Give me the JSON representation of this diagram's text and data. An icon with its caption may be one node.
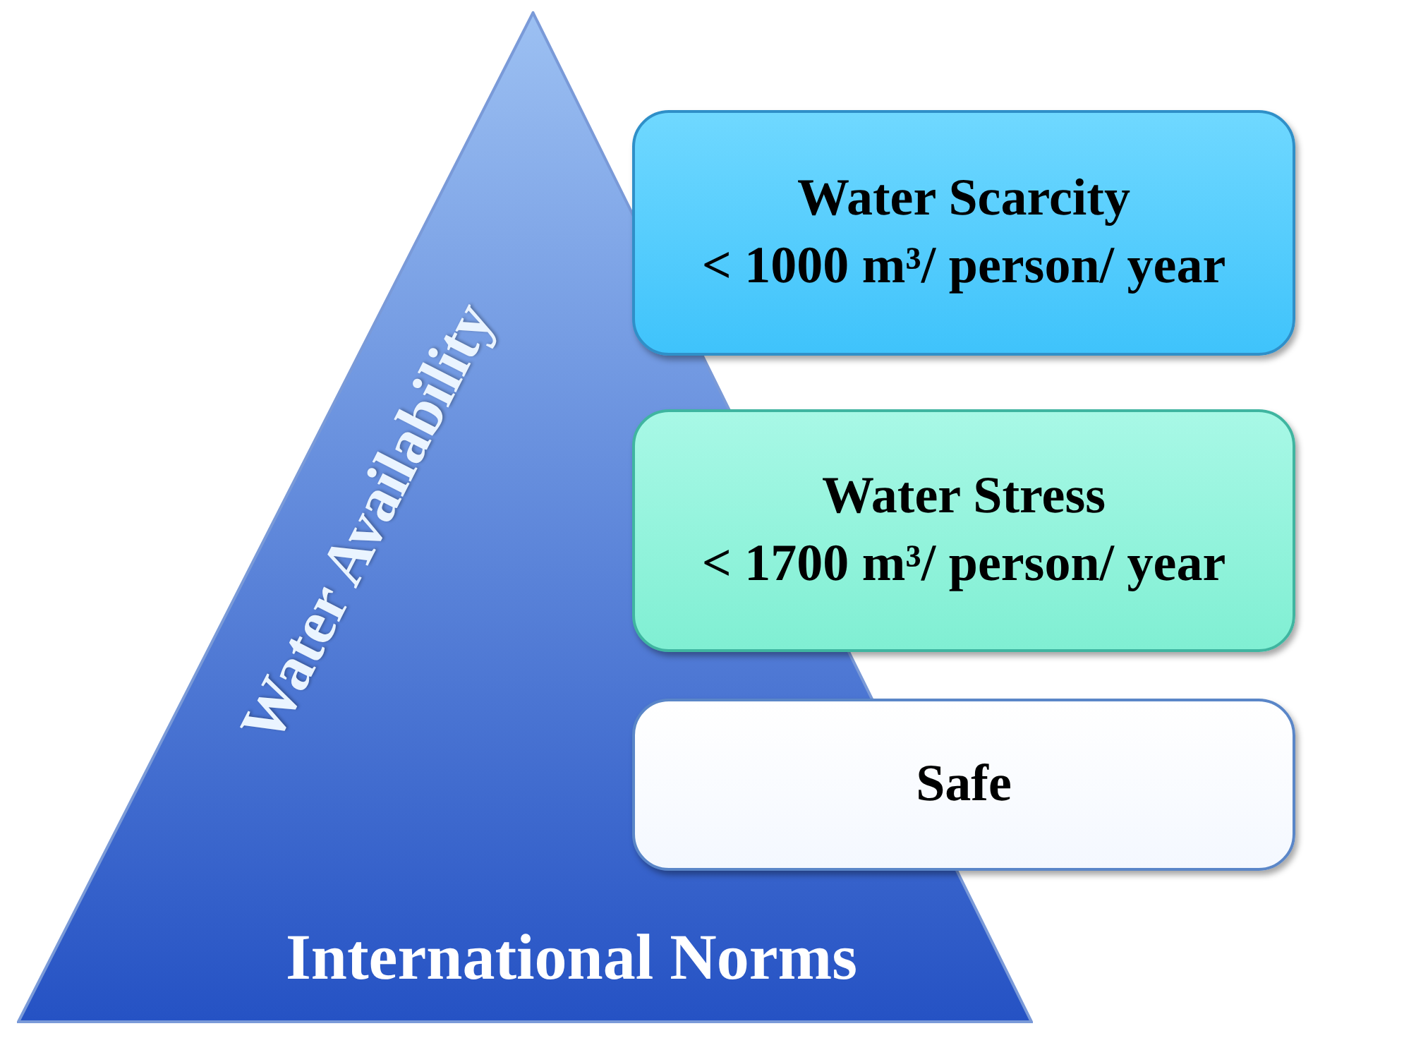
{
  "diagram": {
    "nodes": [
      {
        "text": [
          "Water Availability",
          "International Norms"
        ]
      },
      {
        "text": [
          "Water Scarcity",
          "< 1000 m³/ person/ year"
        ]
      },
      {
        "text": [
          "Water Stress",
          "< 1700 m³/ person/ year"
        ]
      },
      {
        "text": [
          "Safe"
        ]
      }
    ]
  }
}
